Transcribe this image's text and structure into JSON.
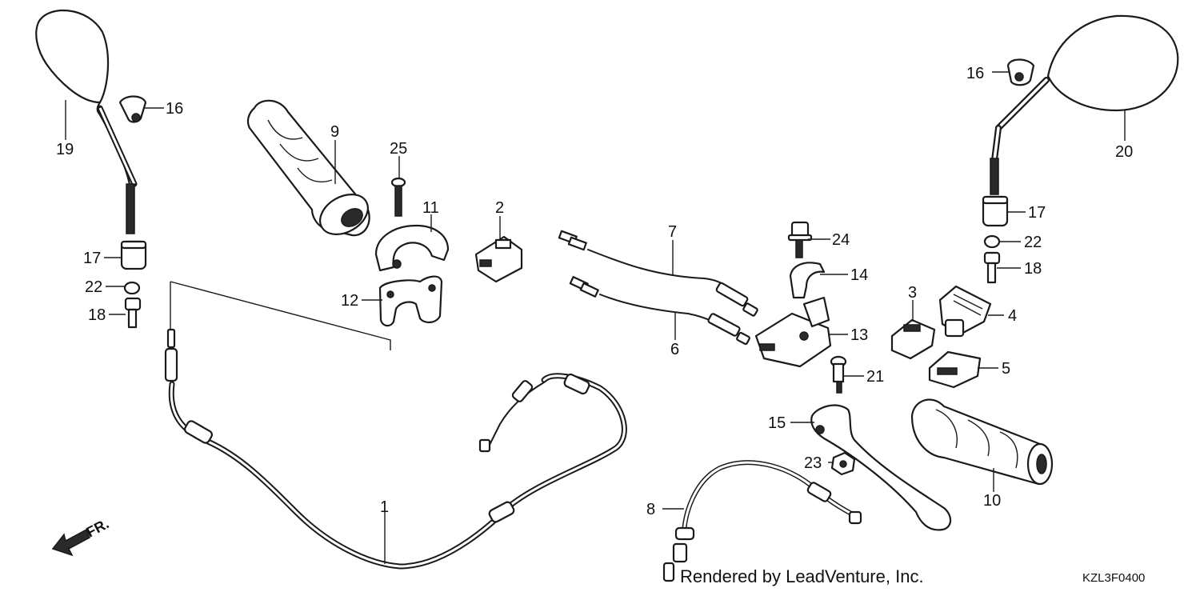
{
  "callouts": {
    "c1": "1",
    "c2": "2",
    "c3": "3",
    "c4": "4",
    "c5": "5",
    "c6": "6",
    "c7": "7",
    "c8": "8",
    "c9": "9",
    "c10": "10",
    "c11": "11",
    "c12": "12",
    "c13": "13",
    "c14": "14",
    "c15": "15",
    "c16_left": "16",
    "c16_right": "16",
    "c17_left": "17",
    "c17_right": "17",
    "c18_left": "18",
    "c18_right": "18",
    "c19": "19",
    "c20": "20",
    "c21": "21",
    "c22_left": "22",
    "c22_right": "22",
    "c23": "23",
    "c24": "24",
    "c25": "25"
  },
  "direction_label": "FR.",
  "credit": "Rendered by LeadVenture, Inc.",
  "diagram_code": "KZL3F0400"
}
